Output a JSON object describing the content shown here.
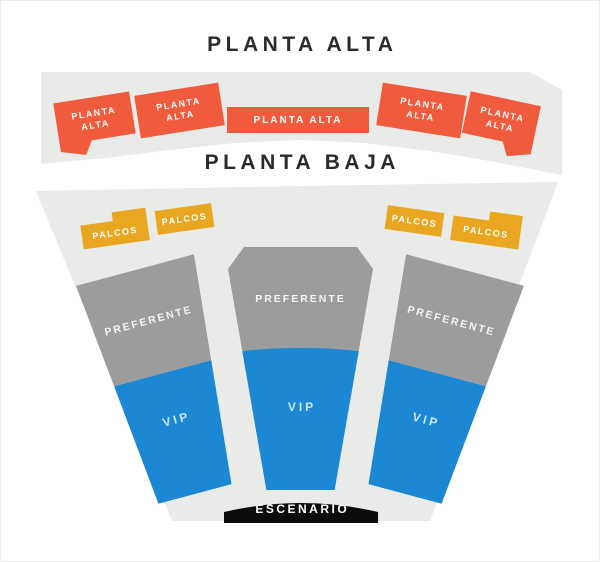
{
  "titles": {
    "upper": "PLANTA ALTA",
    "lower": "PLANTA BAJA"
  },
  "colors": {
    "floor_gray": "#e9ebe8",
    "section_gray": "#9c9c9c",
    "vip_blue": "#1c87d2",
    "orange": "#f15b3d",
    "yellow": "#e9a621",
    "stage_black": "#0c0c0c",
    "title_text": "#2b2b2b",
    "label_text": "#ffffff",
    "vip_text": "#c9e9fb"
  },
  "upper_level": {
    "title": "PLANTA ALTA",
    "sections": [
      {
        "name": "planta-alta-left-outer",
        "line1": "PLANTA",
        "line2": "ALTA"
      },
      {
        "name": "planta-alta-left-inner",
        "line1": "PLANTA",
        "line2": "ALTA"
      },
      {
        "name": "planta-alta-center",
        "label": "PLANTA ALTA"
      },
      {
        "name": "planta-alta-right-inner",
        "line1": "PLANTA",
        "line2": "ALTA"
      },
      {
        "name": "planta-alta-right-outer",
        "line1": "PLANTA",
        "line2": "ALTA"
      }
    ]
  },
  "lower_level": {
    "title": "PLANTA BAJA",
    "palcos": [
      {
        "label": "PALCOS"
      },
      {
        "label": "PALCOS"
      },
      {
        "label": "PALCOS"
      },
      {
        "label": "PALCOS"
      }
    ],
    "sections": [
      {
        "name": "left",
        "preferente_label": "PREFERENTE",
        "vip_label": "VIP"
      },
      {
        "name": "center",
        "preferente_label": "PREFERENTE",
        "vip_label": "VIP"
      },
      {
        "name": "right",
        "preferente_label": "PREFERENTE",
        "vip_label": "VIP"
      }
    ]
  },
  "stage": {
    "label": "ESCENARIO"
  }
}
